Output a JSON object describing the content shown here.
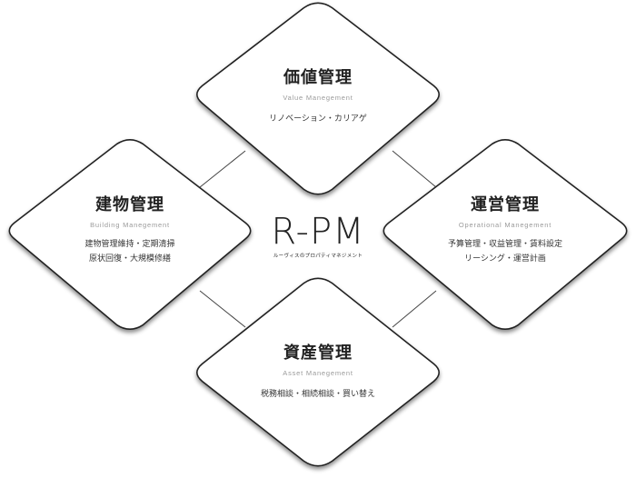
{
  "logo": {
    "text": "R-PM",
    "subtitle": "ルーヴィスのプロパティマネジメント"
  },
  "nodes": {
    "value": {
      "title": "価値管理",
      "subtitle": "Value Manegement",
      "lines": [
        "リノベーション・カリアゲ"
      ]
    },
    "building": {
      "title": "建物管理",
      "subtitle": "Building Manegement",
      "lines": [
        "建物管理維持・定期清掃",
        "原状回復・大規模修繕"
      ]
    },
    "operational": {
      "title": "運営管理",
      "subtitle": "Operational Manegement",
      "lines": [
        "予算管理・収益管理・賃料設定",
        "リーシング・運営計画"
      ]
    },
    "asset": {
      "title": "資産管理",
      "subtitle": "Asset Manegement",
      "lines": [
        "税務相談・相続相談・買い替え"
      ]
    }
  }
}
